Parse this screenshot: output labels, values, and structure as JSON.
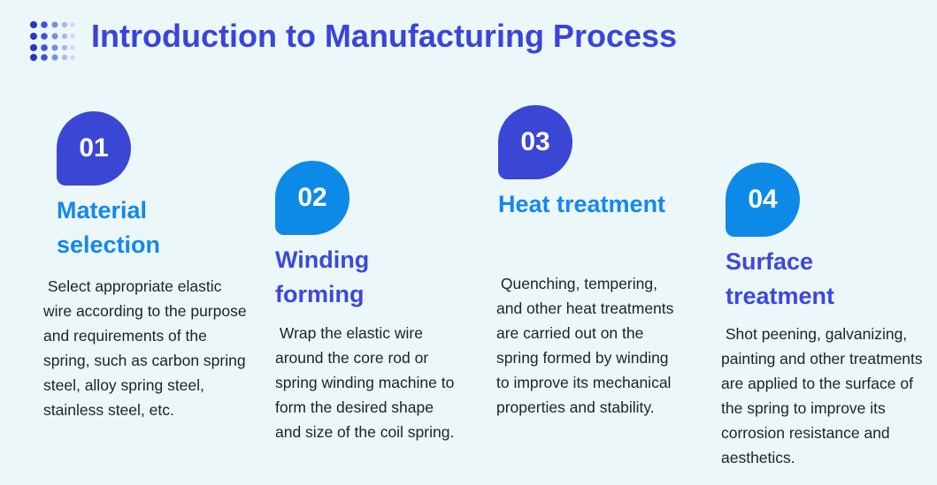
{
  "header": {
    "title": "Introduction to Manufacturing Process",
    "title_color": "#3944dc",
    "logo_icon": "dot-grid-icon"
  },
  "colors": {
    "background": "#ecf7f9",
    "indigo": "#3a46d4",
    "bright_blue": "#0d89e8",
    "indigo_title": "#3c48de",
    "blue_title": "#1488ec",
    "body_text": "#20242a",
    "badge_number_text": "#ffffff"
  },
  "steps": [
    {
      "number": "01",
      "title": "Material selection",
      "description": " Select appropriate elastic wire according to the purpose and requirements of the spring, such as carbon spring steel, alloy spring steel, stainless steel, etc.",
      "badge_color": "#3a46d4",
      "title_color": "#1488ec"
    },
    {
      "number": "02",
      "title": "Winding forming",
      "description": " Wrap the elastic wire around the core rod or spring winding machine to form the desired shape and size of the coil spring.",
      "badge_color": "#0d89e8",
      "title_color": "#3c48de"
    },
    {
      "number": "03",
      "title": "Heat treatment",
      "description": " Quenching, tempering, and other heat treatments are carried out on the spring formed by winding to improve its mechanical properties and stability.",
      "badge_color": "#3a46d4",
      "title_color": "#1488ec"
    },
    {
      "number": "04",
      "title": "Surface treatment",
      "description": " Shot peening, galvanizing, painting and other treatments are applied to the surface of the spring to improve its corrosion resistance and aesthetics.",
      "badge_color": "#0d89e8",
      "title_color": "#3c48de"
    }
  ]
}
